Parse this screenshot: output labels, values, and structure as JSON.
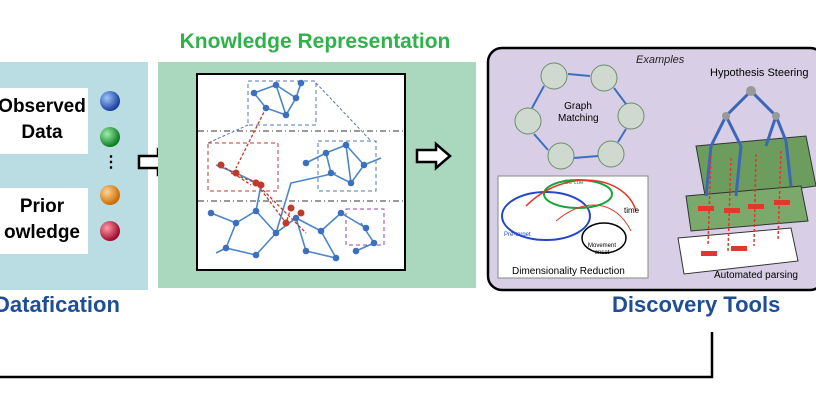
{
  "knowledge_title": "Knowledge Representation",
  "datafication_title": "Datafication",
  "discovery_title": "Discovery Tools",
  "data_box": {
    "observed_line1": "Observed",
    "observed_line2": "Data",
    "ellipsis": "⋮",
    "prior_line1": "Prior",
    "prior_line2": "owledge"
  },
  "examples": {
    "header": "Examples",
    "graph_matching_1": "Graph",
    "graph_matching_2": "Matching",
    "hypothesis": "Hypothesis Steering",
    "dimensionality": "Dimensionality Reduction",
    "automated": "Automated parsing",
    "time": "time",
    "pre_target": "Pre-target",
    "go_cue": "Go cue",
    "movement_1": "Movement",
    "movement_2": "onset"
  },
  "colors": {
    "title_green": "#2fb24a",
    "title_blue": "#1f4e96",
    "data_panel": "#b9dde2",
    "kr_panel": "#a9d8bf",
    "disc_panel": "#d8cfe6"
  }
}
